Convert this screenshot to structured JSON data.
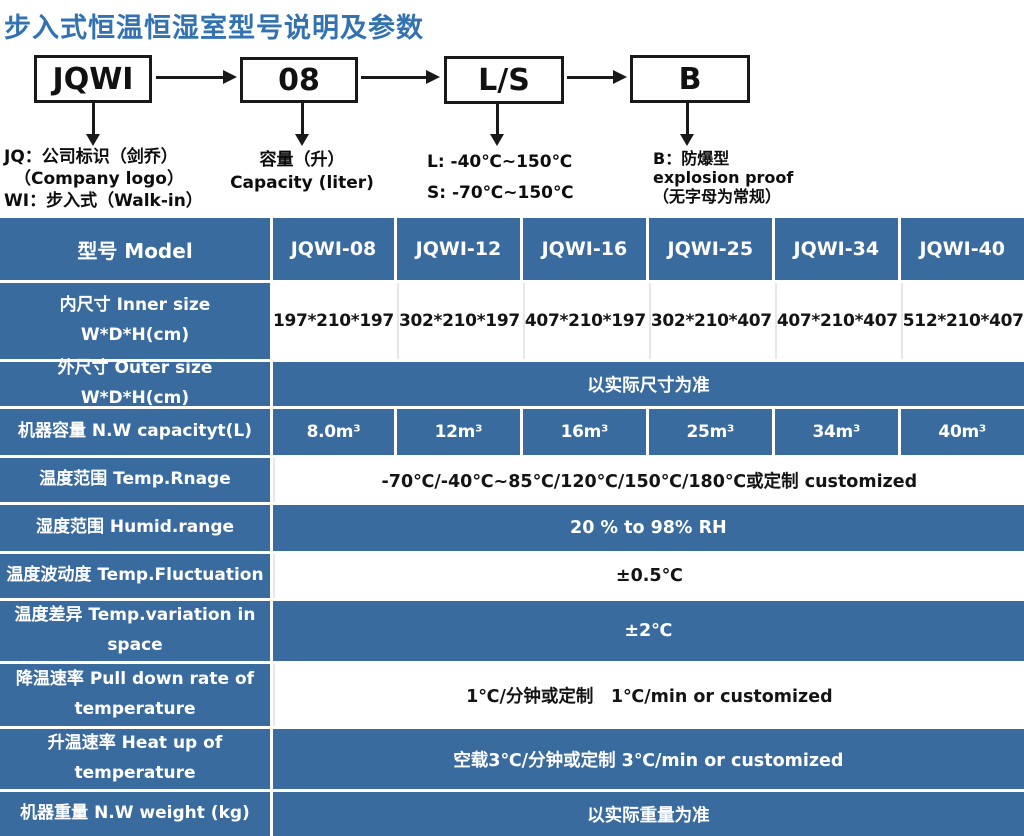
{
  "title": "步入式恒温恒湿室型号说明及参数",
  "diagram": {
    "boxes": [
      {
        "label": "JQWI",
        "notes": [
          "JQ：公司标识（剑乔）",
          "（Company logo）",
          "WI：步入式（Walk-in）"
        ]
      },
      {
        "label": "08",
        "notes": [
          "容量（升）",
          "Capacity (liter)"
        ]
      },
      {
        "label": "L/S",
        "notes": [
          "L: -40℃~150℃",
          "S: -70℃~150℃"
        ]
      },
      {
        "label": "B",
        "notes": [
          "B：防爆型",
          "explosion proof",
          "（无字母为常规）"
        ]
      }
    ]
  },
  "table": {
    "header": [
      "型号 Model",
      "JQWI-08",
      "JQWI-12",
      "JQWI-16",
      "JQWI-25",
      "JQWI-34",
      "JQWI-40"
    ],
    "rows": [
      {
        "label": "内尺寸 Inner size W*D*H(cm)",
        "values": [
          "197*210*197",
          "302*210*197",
          "407*210*197",
          "302*210*407",
          "407*210*407",
          "512*210*407"
        ]
      },
      {
        "label": "外尺寸 Outer size W*D*H(cm)",
        "value": "以实际尺寸为准"
      },
      {
        "label": "机器容量 N.W capacityt(L)",
        "values": [
          "8.0m³",
          "12m³",
          "16m³",
          "25m³",
          "34m³",
          "40m³"
        ]
      },
      {
        "label": "温度范围 Temp.Rnage",
        "value": "-70℃/-40℃~85℃/120℃/150℃/180℃或定制 customized"
      },
      {
        "label": "湿度范围 Humid.range",
        "value": "20 % to 98% RH"
      },
      {
        "label": "温度波动度 Temp.Fluctuation",
        "value": "±0.5℃"
      },
      {
        "label": "温度差异 Temp.variation in space",
        "value": "±2℃"
      },
      {
        "label": "降温速率 Pull down rate of temperature",
        "value": "1℃/分钟或定制　1℃/min or customized"
      },
      {
        "label": "升温速率 Heat up of temperature",
        "value": "空载3℃/分钟或定制 3℃/min or customized"
      },
      {
        "label": "机器重量 N.W weight (kg)",
        "value": "以实际重量为准"
      }
    ]
  },
  "colors": {
    "accent_blue": "#3a6b9f",
    "title_blue": "#3372b0",
    "line_black": "#191919"
  }
}
